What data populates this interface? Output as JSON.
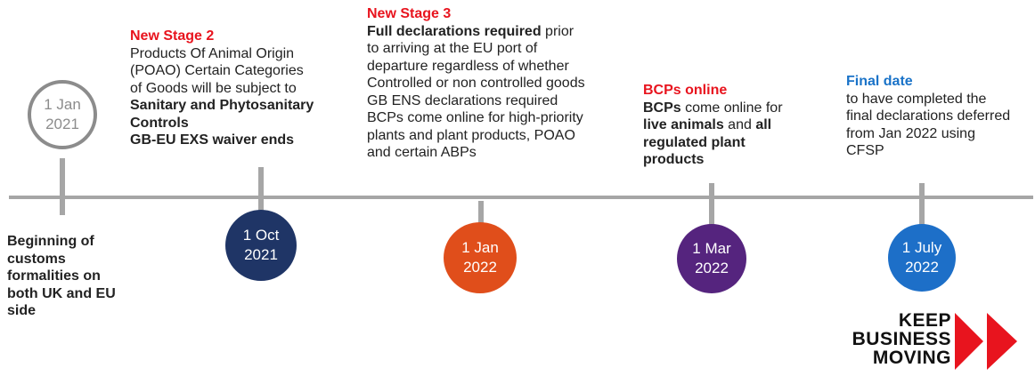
{
  "colors": {
    "red": "#e8141e",
    "blue": "#1a73c8",
    "line": "#a6a6a6",
    "navy": "#1f3566",
    "orange": "#e04e1b",
    "purple": "#55247e",
    "sky": "#1d6fc8"
  },
  "milestones": [
    {
      "date_line1": "1 Jan",
      "date_line2": "2021",
      "text": [
        "Beginning of",
        "customs",
        "formalities on",
        "both UK and EU",
        "side"
      ]
    },
    {
      "date_line1": "1 Oct",
      "date_line2": "2021",
      "heading": "New Stage 2",
      "text": {
        "l1": "Products Of Animal Origin",
        "l2": "(POAO) Certain Categories",
        "l3": "of Goods will be subject to",
        "l4": "Sanitary and Phytosanitary",
        "l5": "Controls",
        "l6": "GB-EU EXS waiver ends"
      }
    },
    {
      "date_line1": "1 Jan",
      "date_line2": "2022",
      "heading": "New Stage 3",
      "text": {
        "l1_bold": "Full declarations required",
        "l1_rest": " prior",
        "l2": "to arriving at the EU port of",
        "l3": "departure regardless of  whether",
        "l4": "Controlled or non controlled goods",
        "l5": "GB ENS declarations required",
        "l6": "BCPs come online for high-priority",
        "l7": "plants and plant products, POAO",
        "l8": "and certain ABPs"
      }
    },
    {
      "date_line1": "1 Mar",
      "date_line2": "2022",
      "heading": "BCPs online",
      "text": {
        "l1_bold": "BCPs",
        "l1_rest": " come online for",
        "l2_bold": "live animals",
        "l2_mid": " and ",
        "l2_bold2": "all",
        "l3": "regulated plant",
        "l4": "products"
      }
    },
    {
      "date_line1": "1 July",
      "date_line2": "2022",
      "heading": "Final date",
      "text": {
        "l1": "to have completed the",
        "l2": "final declarations deferred",
        "l3": "from Jan 2022 using",
        "l4": "CFSP"
      }
    }
  ],
  "logo": {
    "line1": "KEEP",
    "line2": "BUSINESS",
    "line3": "MOVING"
  }
}
